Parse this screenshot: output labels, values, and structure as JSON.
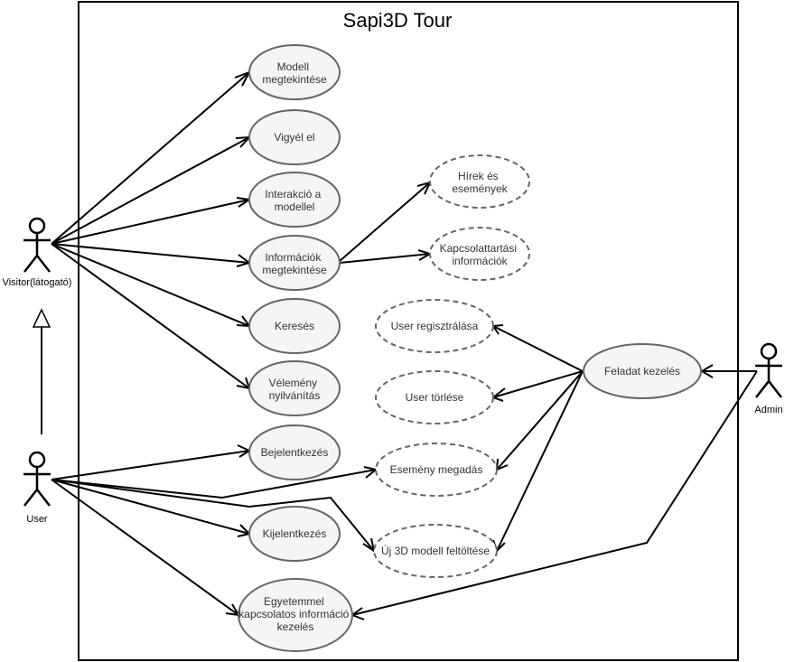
{
  "system": {
    "title": "Sapi3D Tour"
  },
  "actors": [
    {
      "id": "visitor",
      "label": "Visitor(látogató)"
    },
    {
      "id": "user",
      "label": "User"
    },
    {
      "id": "admin",
      "label": "Admin"
    }
  ],
  "use_cases": [
    {
      "id": "uc1",
      "lines": [
        "Modell",
        "megtekintése"
      ]
    },
    {
      "id": "uc2",
      "lines": [
        "Vigyél el"
      ]
    },
    {
      "id": "uc3",
      "lines": [
        "Interakció a",
        "modellel"
      ]
    },
    {
      "id": "uc4",
      "lines": [
        "Információk",
        "megtekintése"
      ]
    },
    {
      "id": "uc5",
      "lines": [
        "Keresés"
      ]
    },
    {
      "id": "uc6",
      "lines": [
        "Vélemény",
        "nyilvánítás"
      ]
    },
    {
      "id": "uc7",
      "lines": [
        "Bejelentkezés"
      ]
    },
    {
      "id": "uc8",
      "lines": [
        "Kijelentkezés"
      ]
    },
    {
      "id": "uc9",
      "lines": [
        "Egyetemmel",
        "kapcsolatos információ",
        "kezelés"
      ]
    },
    {
      "id": "uc10",
      "lines": [
        "Hírek és",
        "események"
      ]
    },
    {
      "id": "uc11",
      "lines": [
        "Kapcsolattartási",
        "információk"
      ]
    },
    {
      "id": "uc12",
      "lines": [
        "User regisztrálása"
      ]
    },
    {
      "id": "uc13",
      "lines": [
        "User törlése"
      ]
    },
    {
      "id": "uc14",
      "lines": [
        "Esemény megadás"
      ]
    },
    {
      "id": "uc15",
      "lines": [
        "Új 3D modell feltöltése"
      ]
    },
    {
      "id": "uc16",
      "lines": [
        "Feladat kezelés"
      ]
    }
  ]
}
